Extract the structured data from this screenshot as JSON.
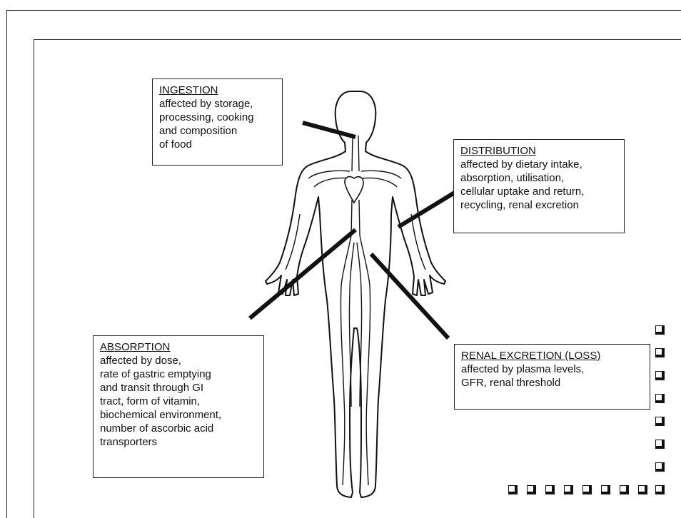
{
  "ingestion": {
    "heading": "INGESTION",
    "body": "affected by storage,\nprocessing, cooking\nand composition\nof food"
  },
  "distribution": {
    "heading": "DISTRIBUTION",
    "body": "affected by dietary intake,\nabsorption, utilisation,\ncellular uptake and return,\nrecycling, renal excretion"
  },
  "absorption": {
    "heading": "ABSORPTION",
    "body": "affected by dose,\nrate of gastric emptying\nand transit through GI\ntract, form of vitamin,\nbiochemical environment,\nnumber of ascorbic acid\ntransporters"
  },
  "renal_excretion": {
    "heading": "RENAL EXCRETION (LOSS)",
    "body": "affected by plasma levels,\nGFR, renal threshold"
  },
  "colors": {
    "line": "#111111",
    "background": "#ffffff"
  },
  "icons": [
    "human-body-figure",
    "heart-icon",
    "checkbox-square-icon"
  ]
}
